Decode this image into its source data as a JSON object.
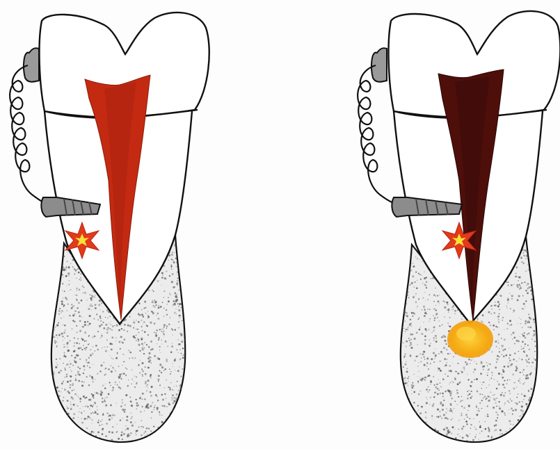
{
  "figure": {
    "panels": [
      {
        "id": "left",
        "pulp_state": "vital",
        "colors": {
          "pulp": "#c42a12",
          "pulp_dark": "#9e1d0c",
          "bone_fill": "#ececec",
          "bone_speckle": "#555555",
          "spring": "#111111",
          "screw": "#8c8c8c",
          "star_outer": "#e23a1a",
          "star_inner": "#f7e23a",
          "outline": "#111111"
        },
        "periapical_lesion": false
      },
      {
        "id": "right",
        "pulp_state": "necrotic",
        "colors": {
          "pulp": "#4e0f0b",
          "pulp_dark": "#330806",
          "bone_fill": "#ececec",
          "bone_speckle": "#555555",
          "spring": "#111111",
          "screw": "#8c8c8c",
          "star_outer": "#e23a1a",
          "star_inner": "#f7e23a",
          "outline": "#111111",
          "lesion_outer": "#f2a20f",
          "lesion_inner": "#fbc52a"
        },
        "periapical_lesion": true
      }
    ],
    "icons": [
      "tooth-icon",
      "spring-icon",
      "screw-icon",
      "star-burst-icon",
      "periapical-lesion-icon"
    ]
  }
}
